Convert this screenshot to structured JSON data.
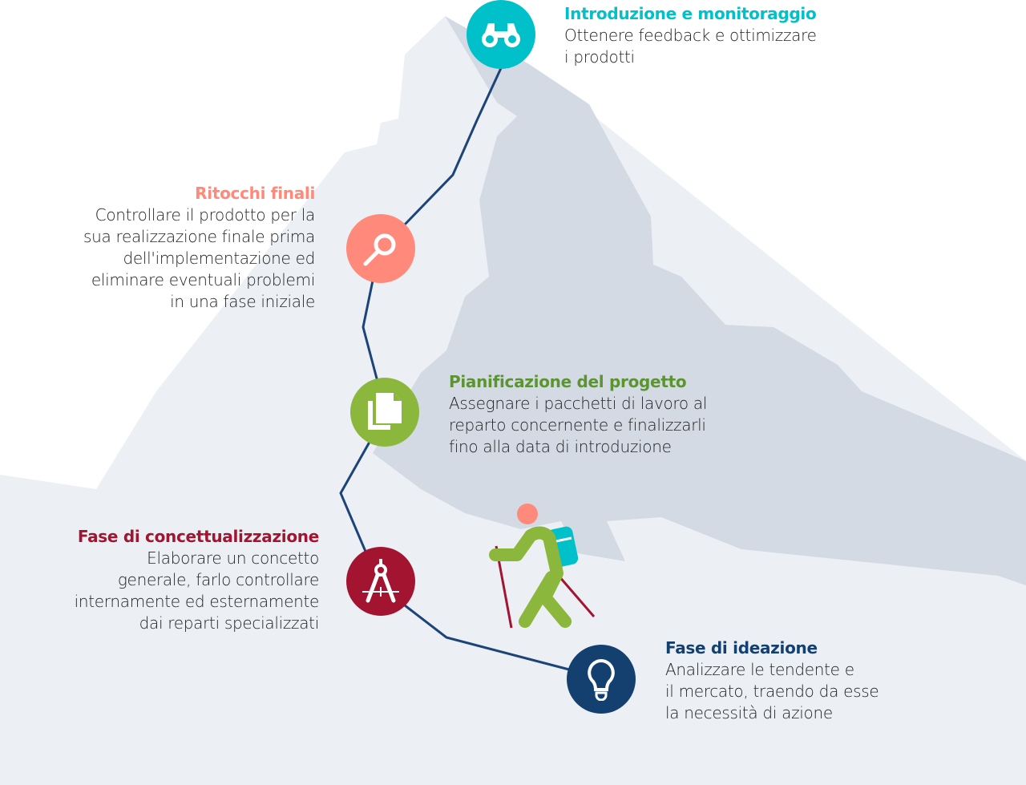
{
  "colors": {
    "mountain_light": "#ecf0f5",
    "mountain_dark": "#d3dae4",
    "path": "#1d4478",
    "teal": "#00c1c9",
    "salmon": "#ff897a",
    "green": "#8ab73c",
    "green_title": "#5c9432",
    "crimson": "#a2142f",
    "navy": "#14406f"
  },
  "steps": [
    {
      "title": "Introduzione e monitoraggio",
      "text": "Ottenere feedback e ottimizzare\ni prodotti",
      "icon": "binoculars-icon"
    },
    {
      "title": "Ritocchi finali",
      "text": "Controllare il prodotto per la\nsua realizzazione finale prima\ndell'implementazione ed\neliminare eventuali problemi\nin una fase iniziale",
      "icon": "magnifier-icon"
    },
    {
      "title": "Pianificazione del progetto",
      "text": "Assegnare i pacchetti di lavoro al\nreparto concernente e finalizzarli\nfino alla data di introduzione",
      "icon": "documents-icon"
    },
    {
      "title": "Fase di concettualizzazione",
      "text": "Elaborare un concetto\ngenerale, farlo controllare\ninternamente ed esternamente\ndai reparti specializzati",
      "icon": "compass-icon"
    },
    {
      "title": "Fase di ideazione",
      "text": "Analizzare le tendente e\nil mercato, traendo da esse\nla necessità di azione",
      "icon": "lightbulb-icon"
    }
  ]
}
